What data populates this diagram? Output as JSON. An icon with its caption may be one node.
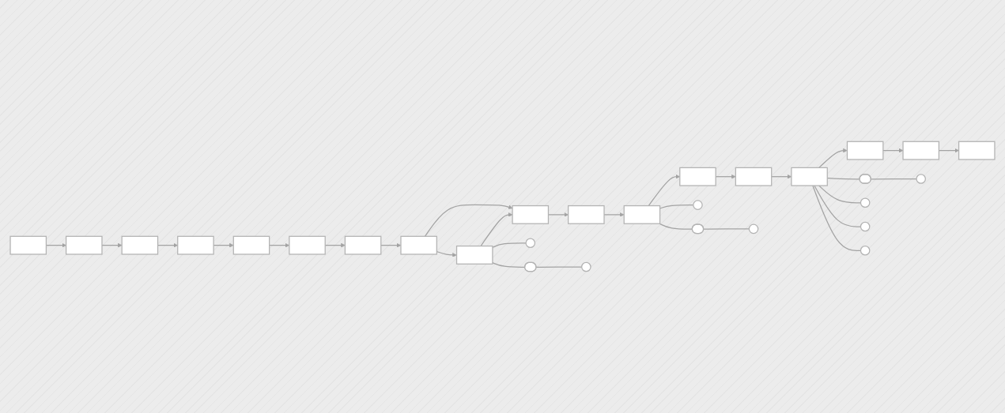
{
  "diagram": {
    "nodes": [
      {
        "text": [],
        "shape": "box"
      },
      {
        "text": [],
        "shape": "box"
      },
      {
        "text": [],
        "shape": "box"
      },
      {
        "text": [],
        "shape": "box"
      },
      {
        "text": [],
        "shape": "box"
      },
      {
        "text": [],
        "shape": "box"
      },
      {
        "text": [],
        "shape": "box"
      },
      {
        "text": [],
        "shape": "box"
      },
      {
        "text": [],
        "shape": "box"
      },
      {
        "text": [],
        "shape": "box"
      },
      {
        "text": [],
        "shape": "box"
      },
      {
        "text": [],
        "shape": "box"
      },
      {
        "text": [],
        "shape": "box"
      },
      {
        "text": [],
        "shape": "box"
      },
      {
        "text": [],
        "shape": "circle"
      },
      {
        "text": [],
        "shape": "pill"
      },
      {
        "text": [],
        "shape": "circle"
      },
      {
        "text": [],
        "shape": "circle"
      },
      {
        "text": [],
        "shape": "pill"
      },
      {
        "text": [],
        "shape": "circle"
      },
      {
        "text": [],
        "shape": "box"
      },
      {
        "text": [],
        "shape": "box"
      },
      {
        "text": [],
        "shape": "box"
      },
      {
        "text": [],
        "shape": "box"
      },
      {
        "text": [],
        "shape": "pill"
      },
      {
        "text": [],
        "shape": "circle"
      },
      {
        "text": [],
        "shape": "circle"
      },
      {
        "text": [],
        "shape": "circle"
      },
      {
        "text": [],
        "shape": "circle"
      }
    ],
    "edges": [
      {
        "from": 0,
        "to": 1,
        "arrow": "to"
      },
      {
        "from": 1,
        "to": 2,
        "arrow": "to"
      },
      {
        "from": 2,
        "to": 3,
        "arrow": "to"
      },
      {
        "from": 3,
        "to": 4,
        "arrow": "to"
      },
      {
        "from": 4,
        "to": 5,
        "arrow": "to"
      },
      {
        "from": 5,
        "to": 6,
        "arrow": "to"
      },
      {
        "from": 6,
        "to": 7,
        "arrow": "to"
      },
      {
        "from": 7,
        "to": 8,
        "arrow": "to"
      },
      {
        "from": 8,
        "to": 9,
        "arrow": "to"
      },
      {
        "from": 7,
        "to": 9,
        "arrow": "to"
      },
      {
        "from": 9,
        "to": 10,
        "arrow": "to"
      },
      {
        "from": 10,
        "to": 11,
        "arrow": "to"
      },
      {
        "from": 11,
        "to": 12,
        "arrow": "to"
      },
      {
        "from": 12,
        "to": 13,
        "arrow": "to"
      },
      {
        "from": 13,
        "to": 20,
        "arrow": "to"
      },
      {
        "from": 20,
        "to": 21,
        "arrow": "to"
      },
      {
        "from": 21,
        "to": 22,
        "arrow": "to"
      },
      {
        "from": 22,
        "to": 23,
        "arrow": "to"
      },
      {
        "from": 8,
        "to": 14,
        "arrow": "none"
      },
      {
        "from": 8,
        "to": 15,
        "arrow": "none"
      },
      {
        "from": 15,
        "to": 16,
        "arrow": "none"
      },
      {
        "from": 11,
        "to": 17,
        "arrow": "none"
      },
      {
        "from": 11,
        "to": 18,
        "arrow": "none"
      },
      {
        "from": 18,
        "to": 19,
        "arrow": "none"
      },
      {
        "from": 20,
        "to": 24,
        "arrow": "none"
      },
      {
        "from": 24,
        "to": 25,
        "arrow": "none"
      },
      {
        "from": 20,
        "to": 26,
        "arrow": "none"
      },
      {
        "from": 20,
        "to": 27,
        "arrow": "none"
      },
      {
        "from": 20,
        "to": 28,
        "arrow": "none"
      }
    ]
  }
}
